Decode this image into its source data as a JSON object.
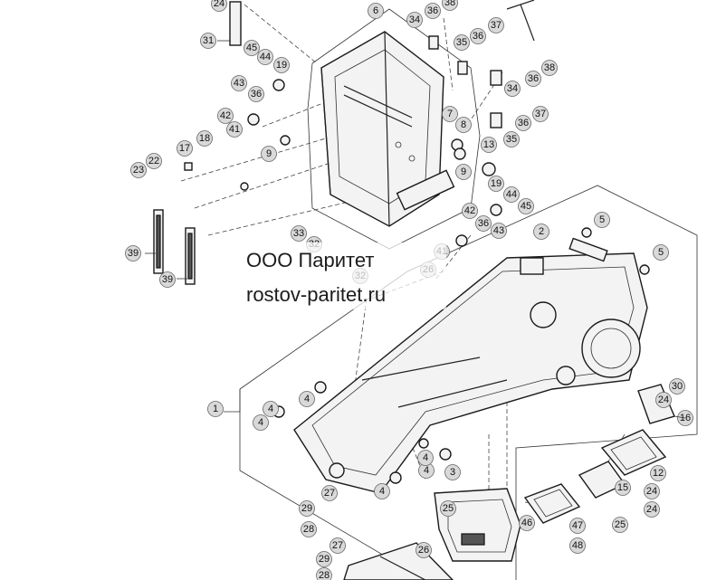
{
  "watermark": {
    "company": "ООО Паритет",
    "site": "rostov-paritet.ru"
  },
  "callouts": [
    "24",
    "31",
    "6",
    "34",
    "36",
    "38",
    "37",
    "36",
    "35",
    "45",
    "44",
    "19",
    "43",
    "36",
    "42",
    "41",
    "9",
    "17",
    "18",
    "22",
    "23",
    "7",
    "8",
    "9",
    "13",
    "34",
    "36",
    "38",
    "36",
    "37",
    "35",
    "19",
    "44",
    "45",
    "42",
    "36",
    "43",
    "41",
    "33",
    "32",
    "26",
    "2",
    "5",
    "5",
    "39",
    "39",
    "32",
    "1",
    "4",
    "4",
    "4",
    "4",
    "4",
    "4",
    "3",
    "30",
    "24",
    "16",
    "15",
    "12",
    "24",
    "24",
    "25",
    "46",
    "47",
    "48",
    "25",
    "29",
    "27",
    "28",
    "29",
    "27",
    "26",
    "28"
  ]
}
